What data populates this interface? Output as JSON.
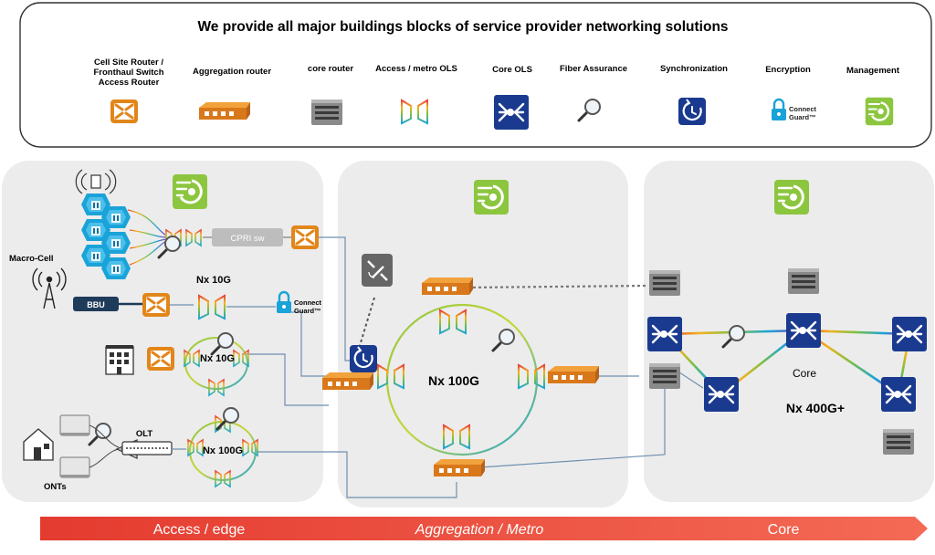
{
  "legend": {
    "title": "We provide all major buildings blocks of service provider networking solutions",
    "items": [
      {
        "label_lines": [
          "Cell Site Router /",
          "Fronthaul Switch",
          "Access Router"
        ],
        "icon": "cell-site-router-icon"
      },
      {
        "label_lines": [
          "Aggregation router"
        ],
        "icon": "aggregation-router-icon"
      },
      {
        "label_lines": [
          "core router"
        ],
        "icon": "core-router-icon"
      },
      {
        "label_lines": [
          "Access / metro OLS"
        ],
        "icon": "access-metro-ols-icon"
      },
      {
        "label_lines": [
          "Core OLS"
        ],
        "icon": "core-ols-icon"
      },
      {
        "label_lines": [
          "Fiber Assurance"
        ],
        "icon": "fiber-assurance-icon"
      },
      {
        "label_lines": [
          "Synchronization"
        ],
        "icon": "synchronization-icon"
      },
      {
        "label_lines": [
          "Encryption"
        ],
        "icon": "encryption-icon"
      },
      {
        "label_lines": [
          "Management"
        ],
        "icon": "management-icon"
      }
    ]
  },
  "access": {
    "macro_cell": "Macro-Cell",
    "cpri_sw": "CPRI sw",
    "bbu": "BBU",
    "nx10g_top": "Nx 10G",
    "connect_line1": "Connect",
    "connect_line2": "Guard™",
    "nx10g_ring": "Nx 10G",
    "olt": "OLT",
    "nx100g_ring": "Nx 100G",
    "onts": "ONTs"
  },
  "aggregation": {
    "ring_label": "Nx 100G"
  },
  "core": {
    "label": "Core",
    "speed": "Nx 400G+"
  },
  "legend_encryption": {
    "line1": "Connect",
    "line2": "Guard™"
  },
  "arrow": {
    "access": "Access / edge",
    "aggregation": "Aggregation / Metro",
    "core": "Core"
  },
  "colors": {
    "orange": "#e2861a",
    "navy": "#1a3a8f",
    "green": "#8cc63f",
    "cyan": "#1aa3d9",
    "arrow": "#ee5544",
    "panel": "#ececec"
  }
}
